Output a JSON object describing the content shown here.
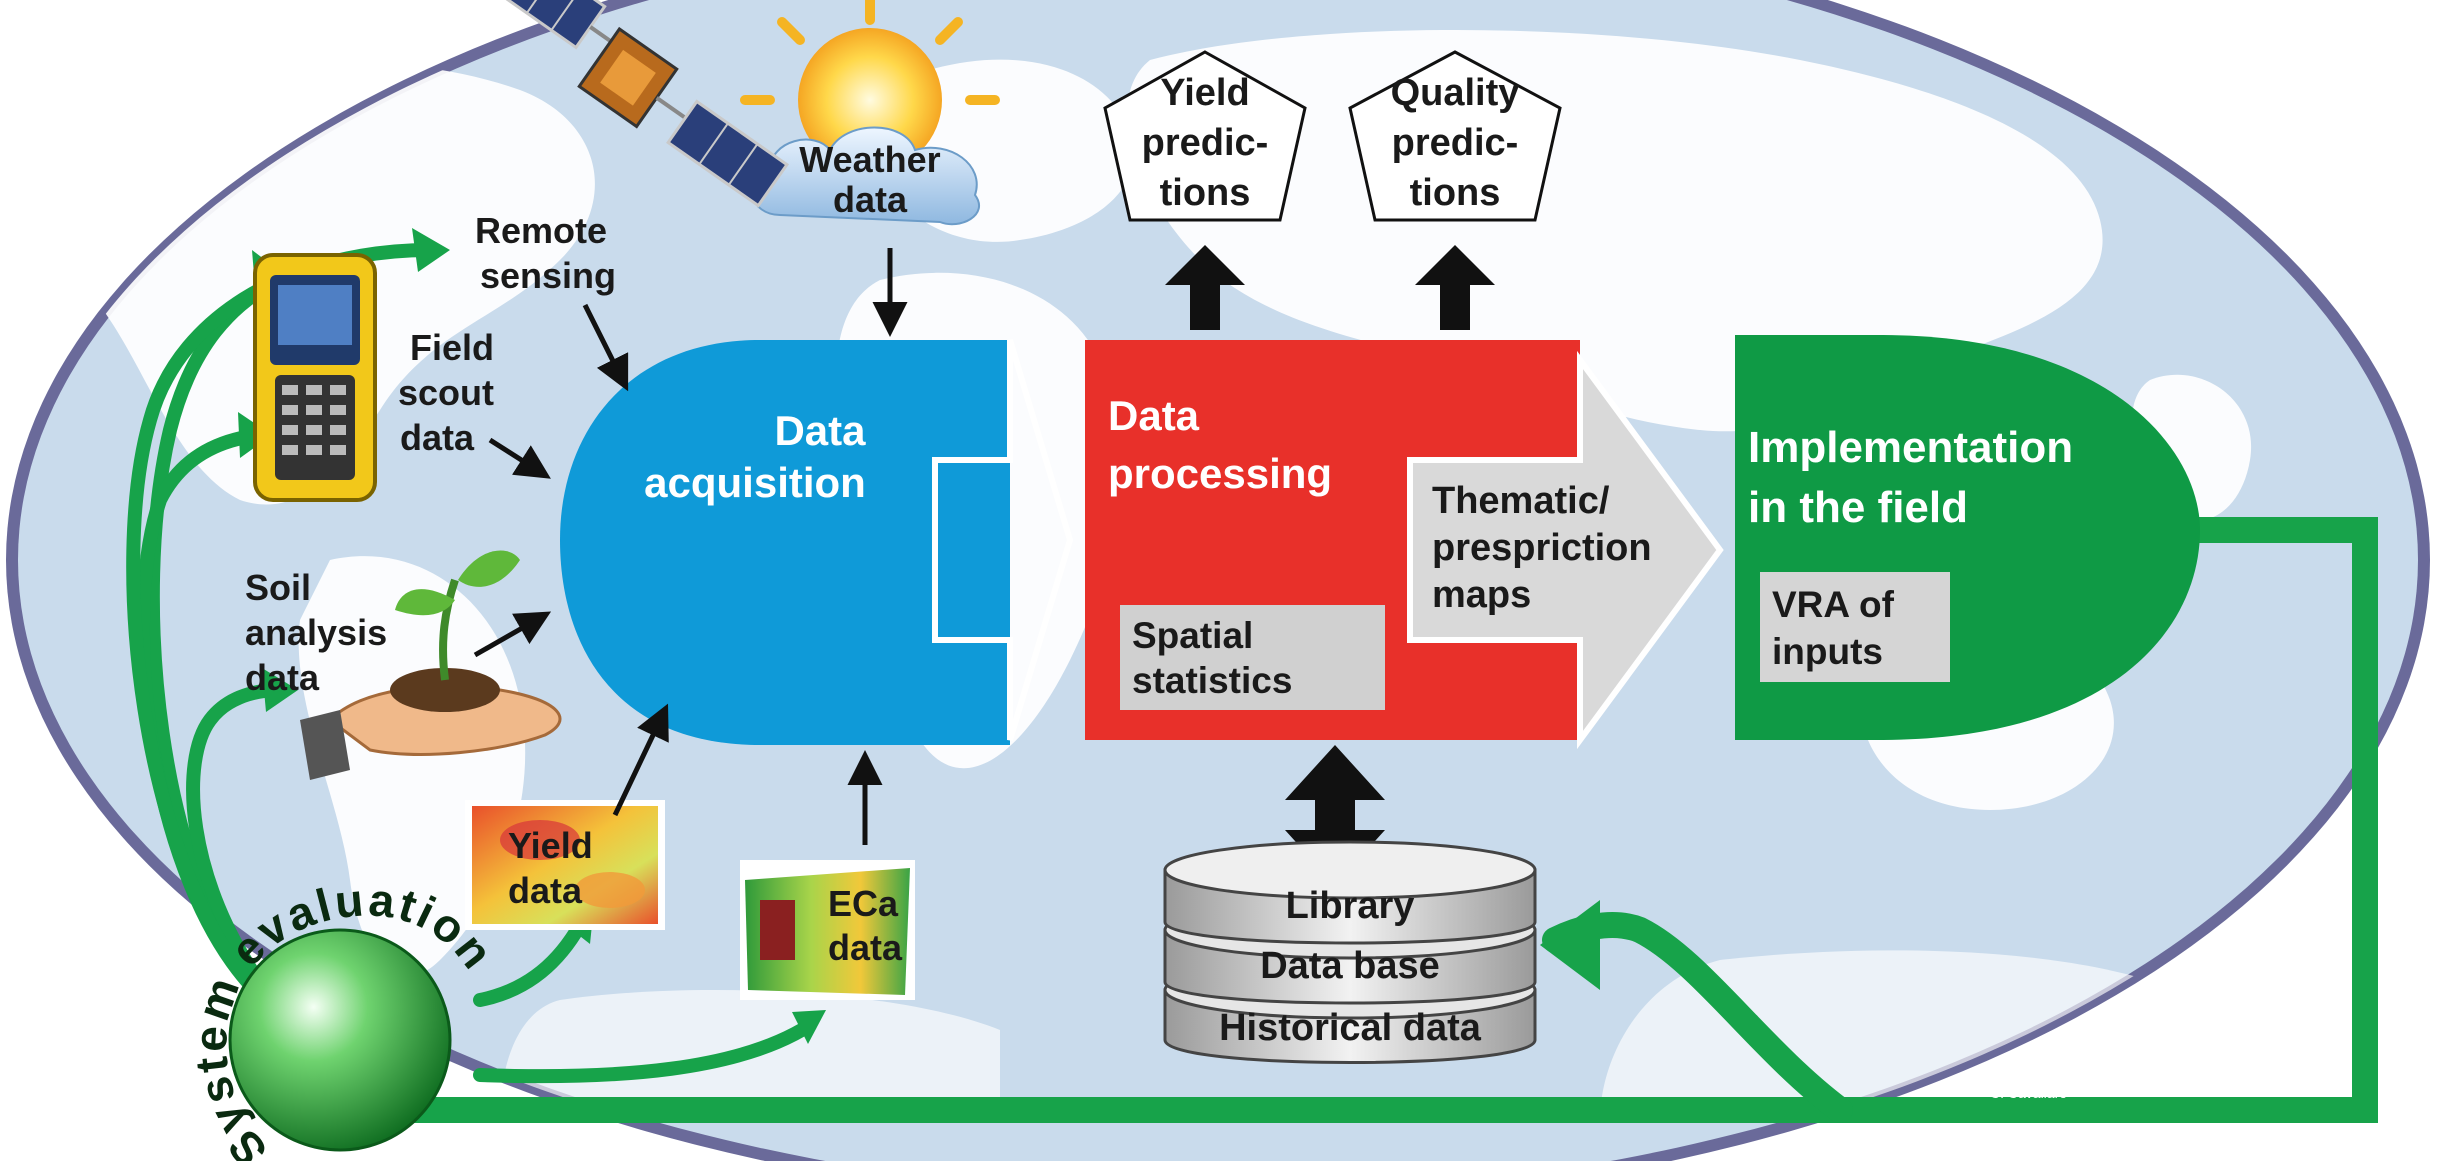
{
  "colors": {
    "ocean": "#c9dbec",
    "land": "#ffffff",
    "frame": "#6a6a9a",
    "acquisition": "#0f9ad8",
    "processing": "#e8302a",
    "implementation": "#0f9a45",
    "flow_green": "#17a34a",
    "text_dark": "#1a1a1a",
    "text_white": "#ffffff"
  },
  "sources": {
    "remote_sensing": [
      "Remote",
      "sensing"
    ],
    "weather": [
      "Weather",
      "data"
    ],
    "field_scout": [
      "Field",
      "scout",
      "data"
    ],
    "soil_analysis": [
      "Soil",
      "analysis",
      "data"
    ],
    "yield_data": [
      "Yield",
      "data"
    ],
    "eca_data": [
      "ECa",
      "data"
    ]
  },
  "stages": {
    "acquisition": [
      "Data",
      "acquisition"
    ],
    "processing": [
      "Data",
      "processing"
    ],
    "spatial_statistics": [
      "Spatial",
      "statistics"
    ],
    "thematic_maps": [
      "Thematic/",
      "prespriction",
      "maps"
    ],
    "implementation": [
      "Implementation",
      "in the field"
    ],
    "vra": [
      "VRA of",
      "inputs"
    ]
  },
  "outputs": {
    "yield_predictions": [
      "Yield",
      "predic-",
      "tions"
    ],
    "quality_predictions": [
      "Quality",
      "predic-",
      "tions"
    ]
  },
  "storage": {
    "library": "Library",
    "database": "Data base",
    "historical": "Historical data"
  },
  "evaluation": {
    "label": "System evaluation"
  },
  "credit": "C. Cavallaro",
  "icons": {
    "satellite": "satellite-icon",
    "sun_cloud": "weather-icon",
    "handheld": "handheld-device-icon",
    "seedling_hand": "seedling-in-hand-icon",
    "yield_map": "yield-map-icon",
    "eca_map": "eca-map-icon",
    "globe": "globe-icon",
    "database": "database-stack-icon"
  }
}
